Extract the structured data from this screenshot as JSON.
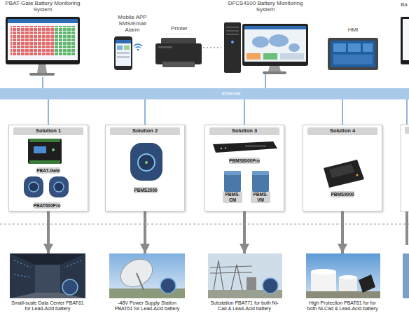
{
  "diagram": {
    "nodes": [
      {
        "text": [
          "PBAT-Gate Battery Monitoring System"
        ]
      },
      {
        "text": [
          "Mobile APP SMS/Email Alarm"
        ]
      },
      {
        "text": [
          "Printer"
        ]
      },
      {
        "text": [
          "DFCS4100 Battery Monitoring System"
        ]
      },
      {
        "text": [
          "HMI"
        ]
      },
      {
        "text": [
          "Ethernet"
        ]
      },
      {
        "text": [
          "Solution 1"
        ]
      },
      {
        "text": [
          "PBAT-Gate"
        ],
        "in": 6
      },
      {
        "text": [
          "PBAT600Pro"
        ],
        "in": 6
      },
      {
        "text": [
          "Solution 2"
        ]
      },
      {
        "text": [
          "PBMS2000"
        ],
        "in": 9
      },
      {
        "text": [
          "Solution 3"
        ]
      },
      {
        "text": [
          "PBMS8000Pro"
        ],
        "in": 11
      },
      {
        "text": [
          "PBMS-CM"
        ],
        "in": 11
      },
      {
        "text": [
          "PBMS-VM"
        ],
        "in": 11
      },
      {
        "text": [
          "Solution 4"
        ]
      },
      {
        "text": [
          "PBMS9000"
        ],
        "in": 15
      },
      {
        "text": [
          "Small-scale Data Center PBAT61 for Lead-Acid battery"
        ]
      },
      {
        "text": [
          "-48V Power Supply Station PBAT61 for Lead-Acid battery"
        ]
      },
      {
        "text": [
          "Substation PBAT71 for both Ni-Cad & Lead-Acid battery"
        ]
      },
      {
        "text": [
          "High Protection PBAT81 for for both Ni-Cad & Lead-Acid battery"
        ]
      }
    ],
    "edges": [
      {
        "from": 0,
        "to": 5,
        "arrow": "none"
      },
      {
        "from": 2,
        "to": 3,
        "arrow": "none"
      },
      {
        "from": 3,
        "to": 5,
        "arrow": "none"
      },
      {
        "from": 5,
        "to": 6,
        "arrow": "none"
      },
      {
        "from": 5,
        "to": 9,
        "arrow": "none"
      },
      {
        "from": 5,
        "to": 11,
        "arrow": "none"
      },
      {
        "from": 5,
        "to": 15,
        "arrow": "none"
      },
      {
        "from": 6,
        "to": 17,
        "arrow": "to"
      },
      {
        "from": 9,
        "to": 18,
        "arrow": "to"
      },
      {
        "from": 11,
        "to": 19,
        "arrow": "to"
      },
      {
        "from": 15,
        "to": 20,
        "arrow": "to"
      }
    ],
    "labels": [
      "Ba"
    ]
  }
}
